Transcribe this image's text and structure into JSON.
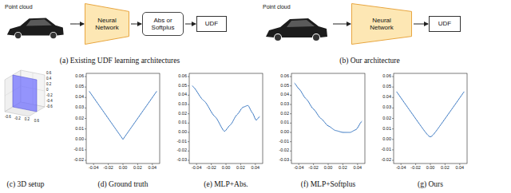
{
  "diagram": {
    "nodes": [
      {
        "text": [
          "Point cloud"
        ]
      },
      {
        "text": [
          "Neural Network"
        ]
      },
      {
        "text": [
          "Abs or Softplus"
        ]
      },
      {
        "text": [
          "UDF"
        ]
      },
      {
        "text": [
          "Point cloud"
        ]
      },
      {
        "text": [
          "Neural Network"
        ]
      },
      {
        "text": [
          "UDF"
        ]
      }
    ],
    "edges": [
      {
        "from": 0,
        "to": 1,
        "arrow": "to"
      },
      {
        "from": 1,
        "to": 2,
        "arrow": "to"
      },
      {
        "from": 2,
        "to": 3,
        "arrow": "to"
      },
      {
        "from": 4,
        "to": 5,
        "arrow": "to"
      },
      {
        "from": 5,
        "to": 6,
        "arrow": "to"
      }
    ],
    "labels": [
      "(a) Existing UDF learning architectures",
      "(b) Our architecture",
      "(c) 3D setup",
      "(d) Ground truth",
      "(e) MLP+Abs.",
      "(f) MLP+Softplus",
      "(g) Ours",
      "0.6",
      "0.4",
      "0.2",
      "0",
      "-0.2",
      "-0.4",
      "-0.6",
      "-0.6",
      "-0.2",
      "0.2",
      "0.6",
      "0.06",
      "0.05",
      "0.04",
      "0.03",
      "0.02",
      "0.01",
      "0.00",
      "-0.01",
      "-0.02",
      "-0.04",
      "-0.02",
      "0.00",
      "0.02",
      "0.04",
      "0.06",
      "0.05",
      "0.04",
      "0.03",
      "0.02",
      "0.01",
      "0.00",
      "-0.01",
      "-0.02",
      "-0.03",
      "-0.04",
      "-0.02",
      "0.00",
      "0.02",
      "0.04",
      "0.06",
      "0.05",
      "0.04",
      "0.03",
      "0.02",
      "0.01",
      "0.00",
      "-0.01",
      "-0.02",
      "-0.03",
      "-0.04",
      "-0.02",
      "0.00",
      "0.02",
      "0.04",
      "0.06",
      "0.05",
      "0.04",
      "0.03",
      "0.02",
      "0.01",
      "0.00",
      "-0.01",
      "-0.02",
      "-0.04",
      "-0.02",
      "0.00",
      "0.02",
      "0.04"
    ]
  }
}
